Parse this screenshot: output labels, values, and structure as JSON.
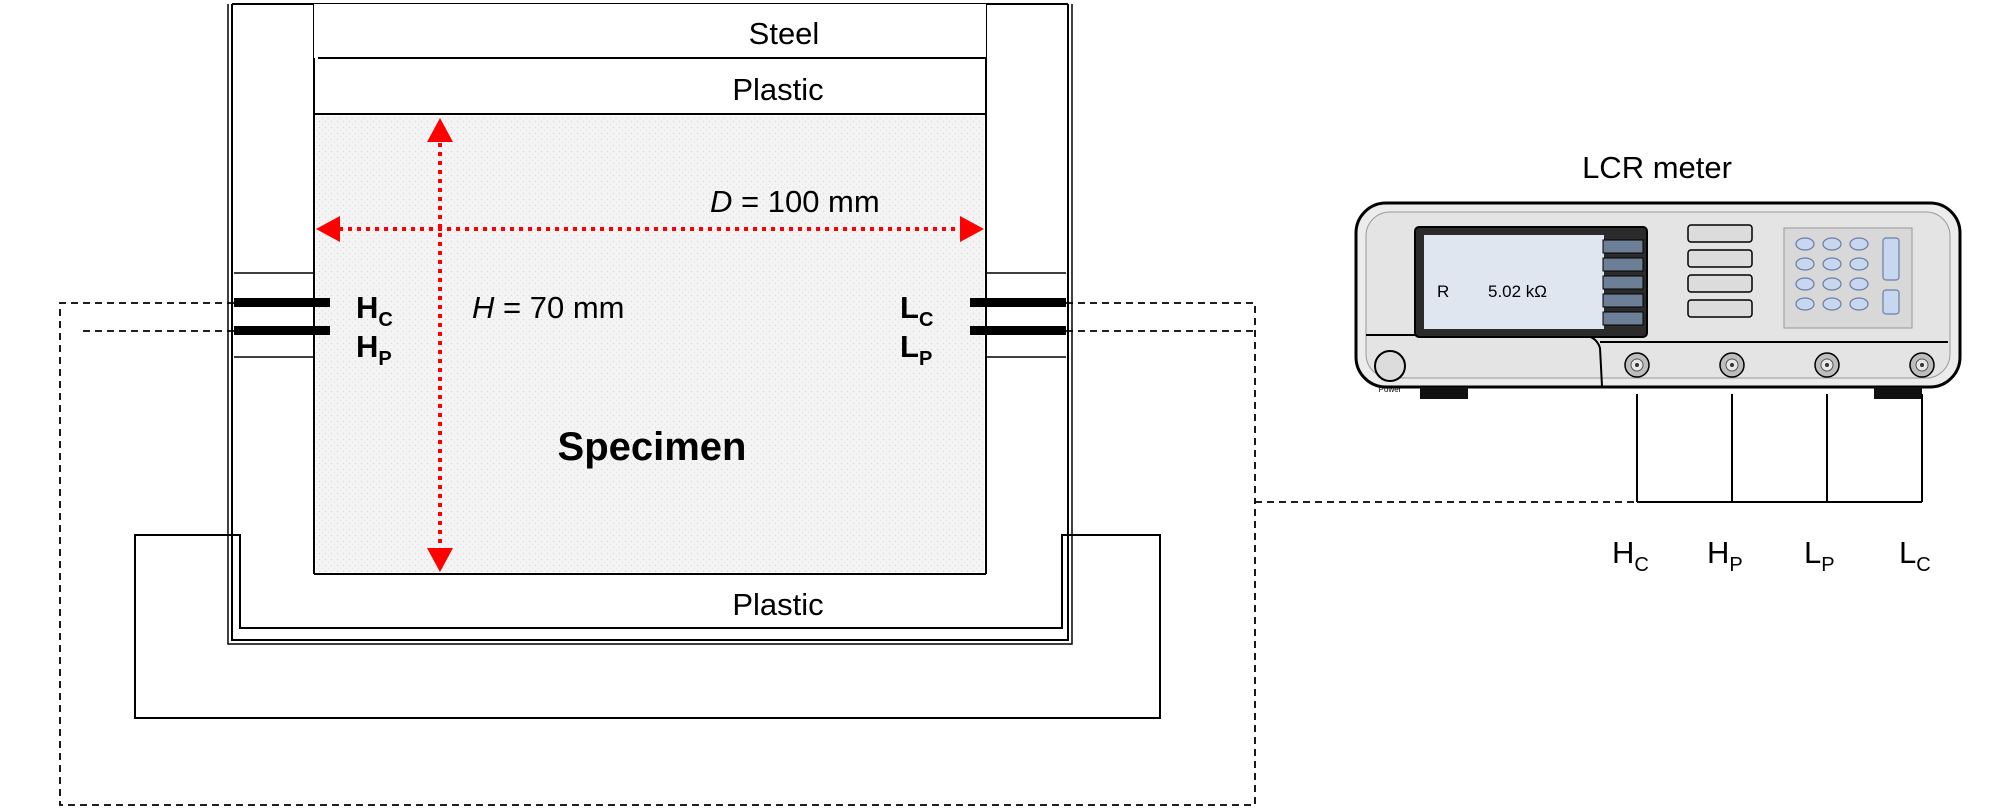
{
  "specimen": {
    "layers": {
      "top_steel": "Steel",
      "top_plastic": "Plastic",
      "bottom_plastic": "Plastic"
    },
    "label": "Specimen",
    "diameter": {
      "symbol": "D",
      "text": " = 100 mm"
    },
    "height": {
      "symbol": "H",
      "text": " = 70 mm"
    }
  },
  "electrodes": {
    "left": [
      {
        "main": "H",
        "sub": "C"
      },
      {
        "main": "H",
        "sub": "P"
      }
    ],
    "right": [
      {
        "main": "L",
        "sub": "C"
      },
      {
        "main": "L",
        "sub": "P"
      }
    ]
  },
  "lcr_meter": {
    "title": "LCR meter",
    "display": {
      "quantity": "R",
      "value": "5.02 kΩ"
    },
    "power_label": "Power",
    "terminals": [
      {
        "main": "H",
        "sub": "C"
      },
      {
        "main": "H",
        "sub": "P"
      },
      {
        "main": "L",
        "sub": "P"
      },
      {
        "main": "L",
        "sub": "C"
      }
    ]
  },
  "colors": {
    "dimension_arrow": "#ff0000",
    "specimen_fill": "#f2f2f2",
    "meter_body": "#e9e9e9",
    "meter_screen": "#dfe6f0",
    "keypad_key": "#c7d7ef"
  }
}
